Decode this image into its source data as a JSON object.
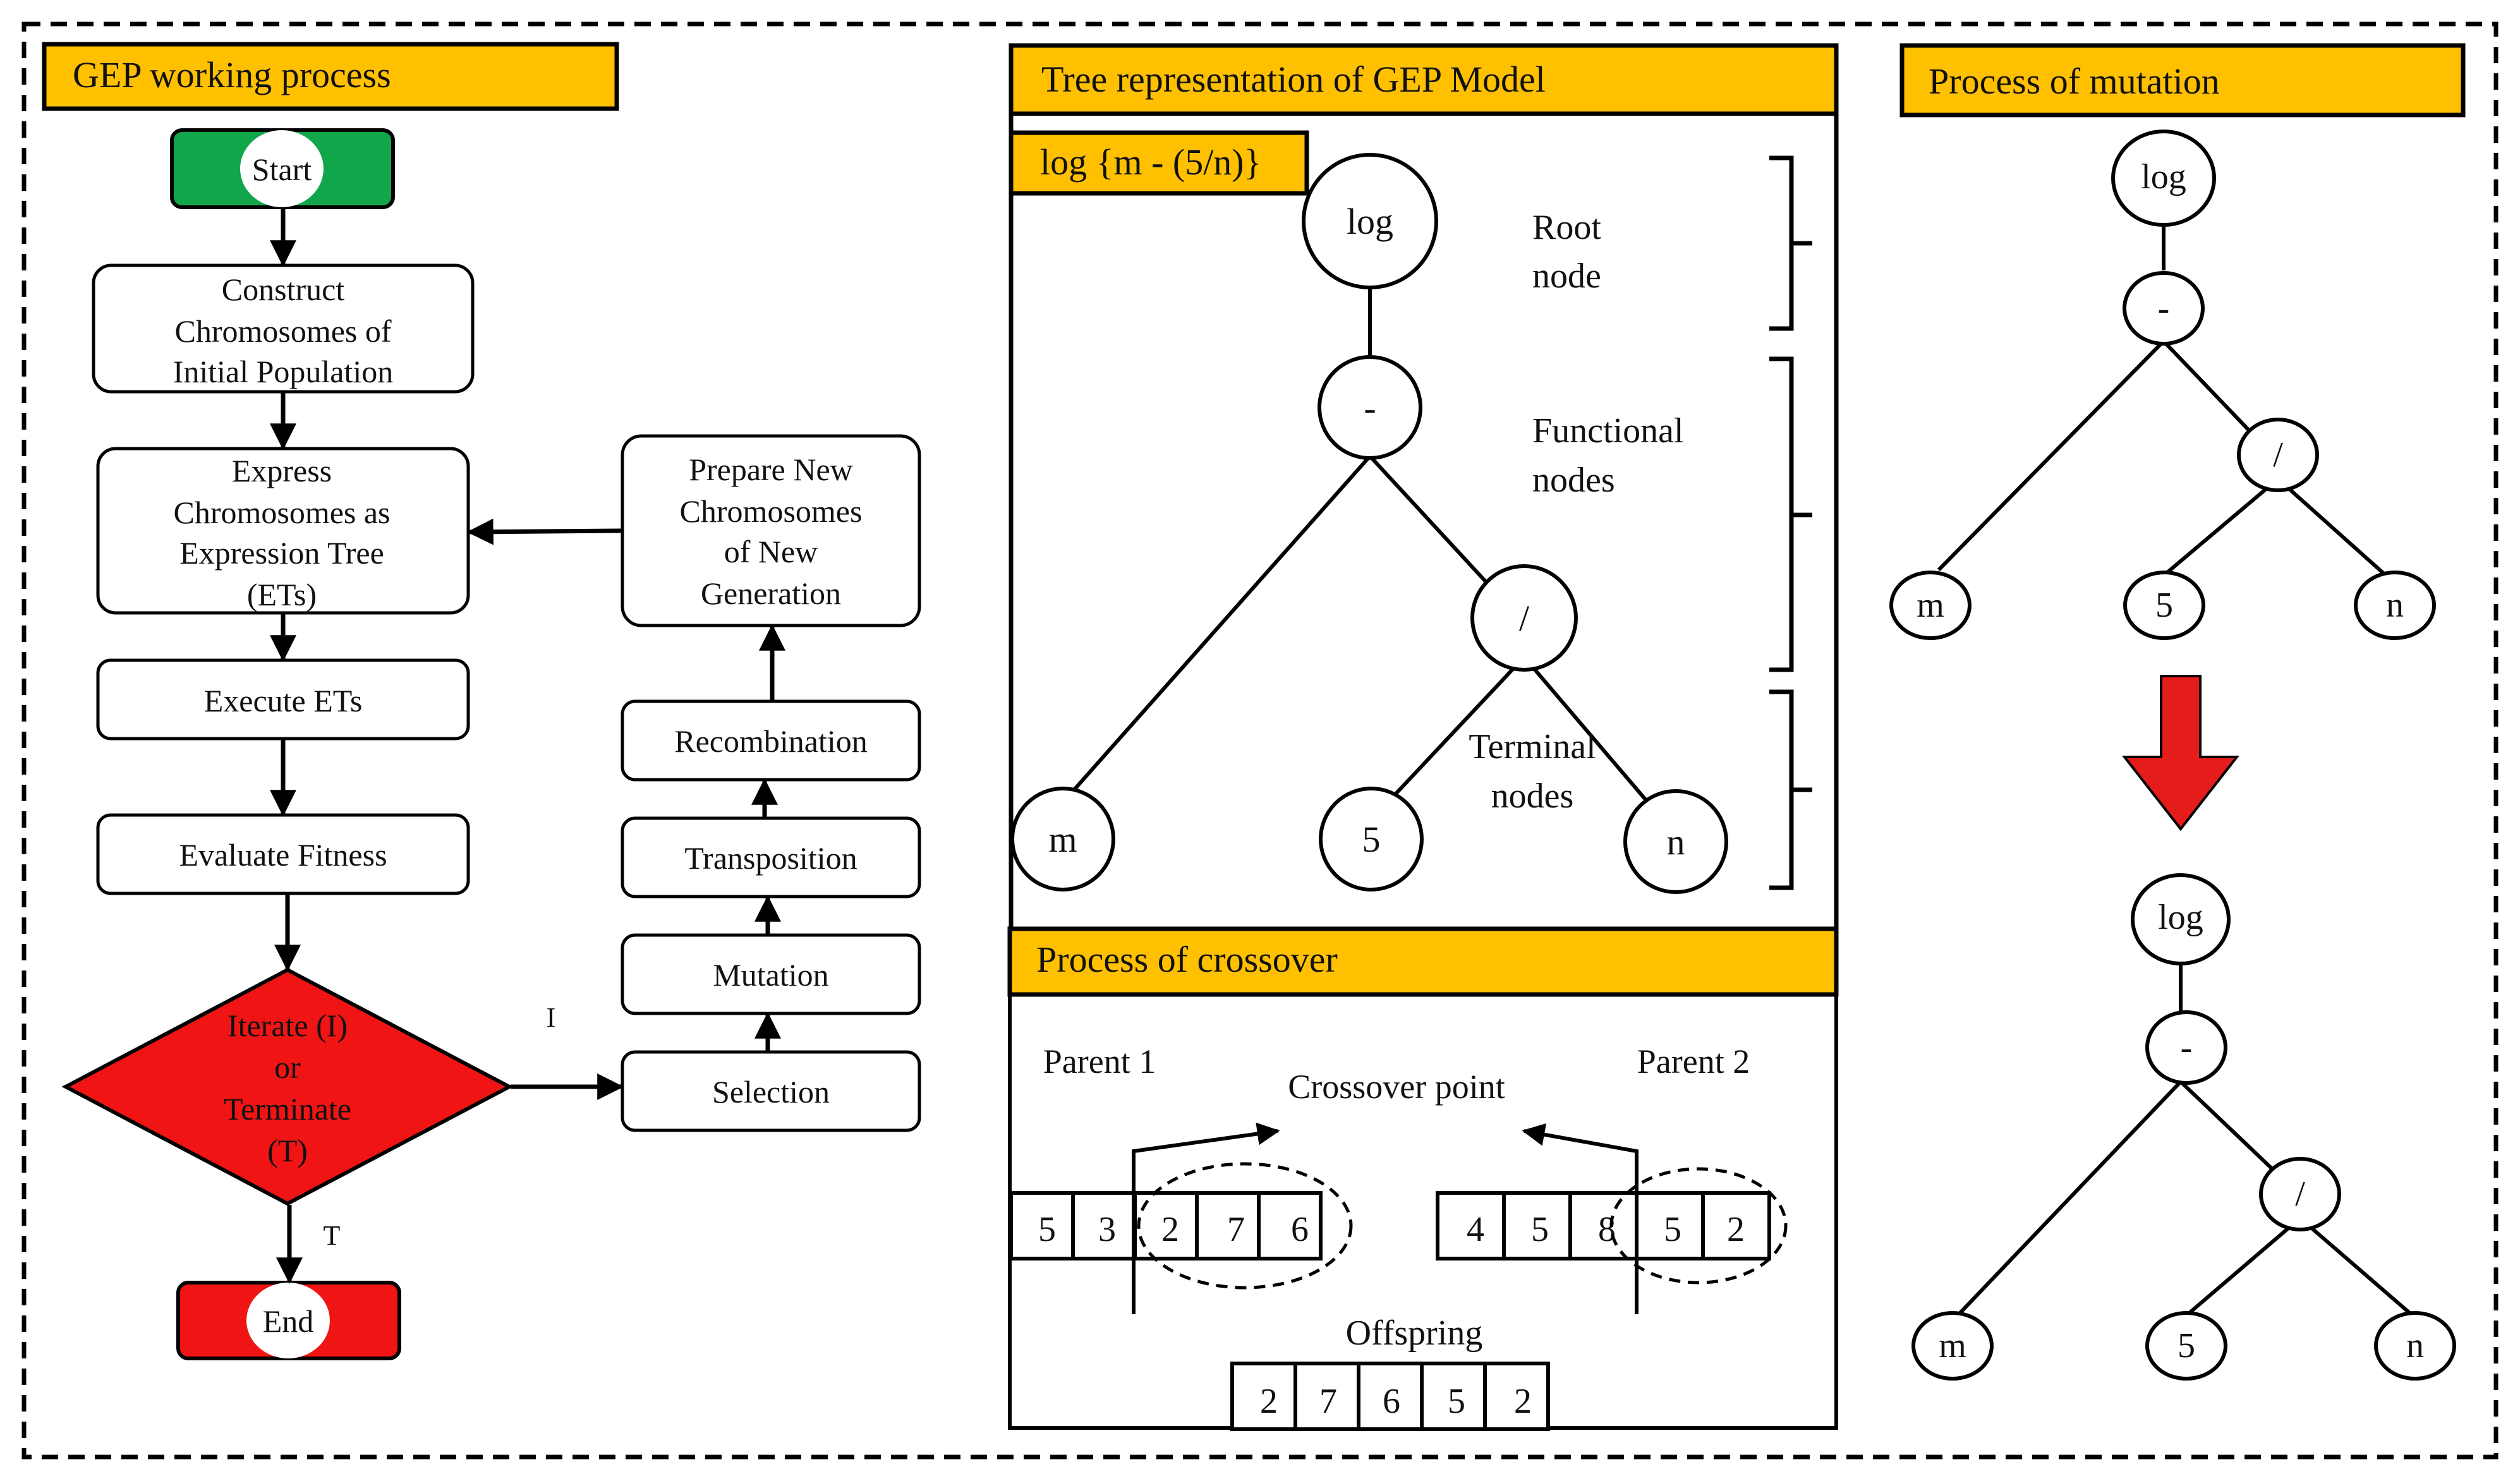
{
  "colors": {
    "banner": "#FFC000",
    "start": "#12A64A",
    "terminate": "#F01414",
    "arrow_red": "#E41C1C"
  },
  "flow": {
    "title": "GEP working process",
    "start": "Start",
    "construct": [
      "Construct",
      "Chromosomes of",
      "Initial  Population"
    ],
    "express": [
      "Express",
      "Chromosomes as",
      "Expression Tree",
      "(ETs)"
    ],
    "execute": "Execute ETs",
    "evaluate": "Evaluate  Fitness",
    "decision": [
      "Iterate  (I)",
      "or",
      "Terminate",
      "(T)"
    ],
    "iterate_label": "I",
    "terminate_label": "T",
    "end": "End",
    "selection": "Selection",
    "mutation": "Mutation",
    "transposition": "Transposition",
    "recombination": "Recombination",
    "prepare": [
      "Prepare New",
      "Chromosomes",
      "of New",
      "Generation"
    ]
  },
  "tree": {
    "title": "Tree representation of GEP Model",
    "expression": "log {m - (5/n)}",
    "root_symbol": "log",
    "minus": "-",
    "divide": "/",
    "leaf_m": "m",
    "leaf_5": "5",
    "leaf_n": "n",
    "root_label": [
      "Root",
      "node"
    ],
    "functional_label": [
      "Functional",
      "nodes"
    ],
    "terminal_label": [
      "Terminal",
      "nodes"
    ]
  },
  "crossover": {
    "title": "Process of crossover",
    "parent1": "Parent  1",
    "parent2": "Parent  2",
    "point": "Crossover point",
    "parent1_genes": [
      "5",
      "3",
      "2",
      "7",
      "6"
    ],
    "parent2_genes": [
      "4",
      "5",
      "8",
      "5",
      "2"
    ],
    "offspring_label": "Offspring",
    "offspring_genes": [
      "2",
      "7",
      "6",
      "5",
      "2"
    ]
  },
  "mutation": {
    "title": "Process of mutation",
    "log": "log",
    "minus": "-",
    "divide": "/",
    "m": "m",
    "five": "5",
    "n": "n"
  }
}
